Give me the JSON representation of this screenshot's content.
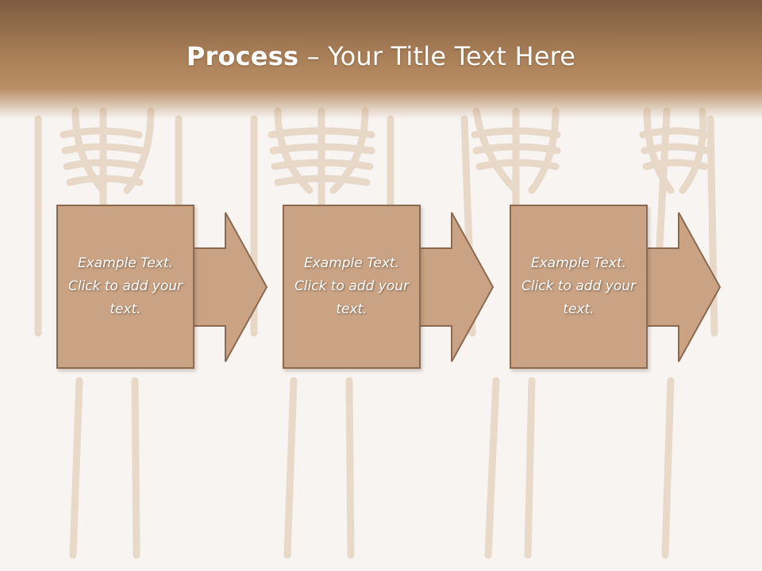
{
  "slide": {
    "title_bold": "Process",
    "title_rest": " – Your Title Text Here"
  },
  "steps": [
    {
      "text": "Example Text. Click  to add your text."
    },
    {
      "text": "Example Text. Click  to add your text."
    },
    {
      "text": "Example Text. Click  to add your text."
    }
  ],
  "colors": {
    "header": "#a77d55",
    "box_fill": "#c9a384",
    "box_border": "#8b6a52",
    "background": "#f7f4f1"
  }
}
